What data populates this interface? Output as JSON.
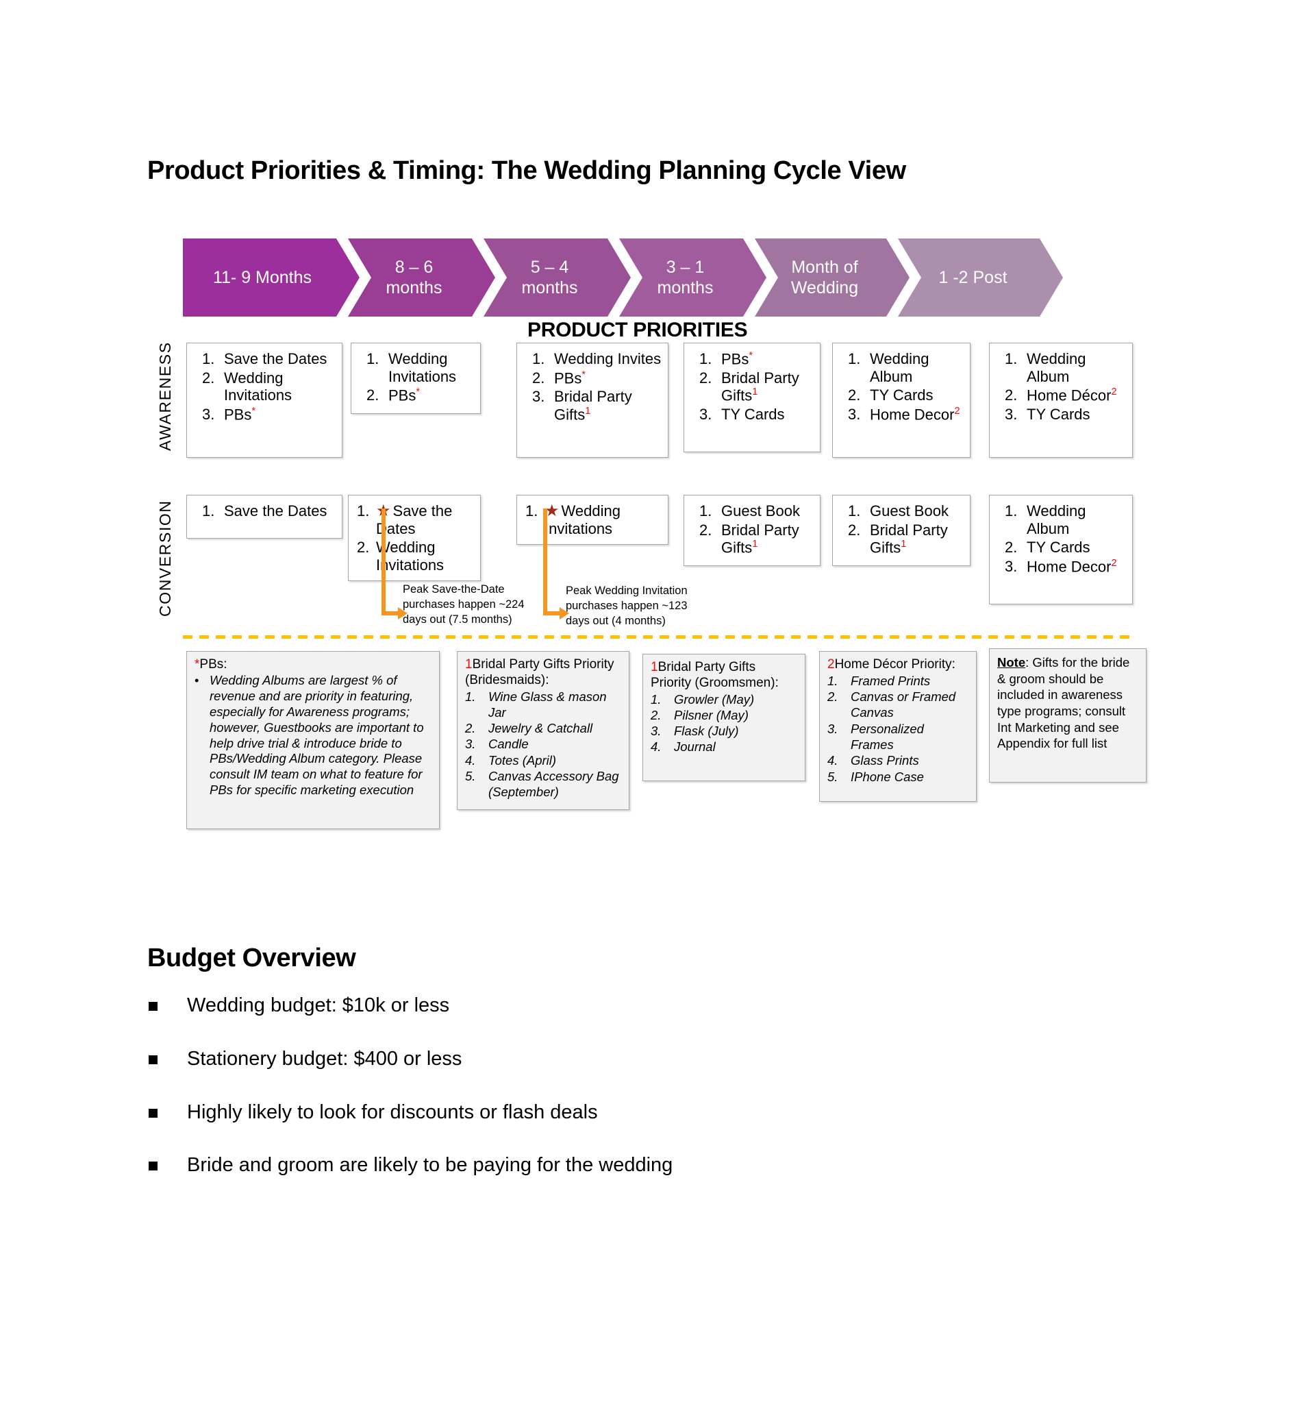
{
  "slide": {
    "title": "Product Priorities & Timing: The Wedding Planning Cycle View",
    "section_header": "PRODUCT PRIORITIES"
  },
  "timeline": {
    "phases": [
      {
        "label": "11- 9 Months",
        "color": "#9c2f9c"
      },
      {
        "label": "8 – 6\nmonths",
        "color": "#9a3d94"
      },
      {
        "label": "5 – 4\nmonths",
        "color": "#9a5196"
      },
      {
        "label": "3 – 1\nmonths",
        "color": "#a05c9c"
      },
      {
        "label": "Month of\nWedding",
        "color": "#a076a0"
      },
      {
        "label": "1 -2 Post",
        "color": "#ac8fac"
      }
    ]
  },
  "rows": [
    {
      "label": "AWARENESS",
      "columns": [
        {
          "items": [
            {
              "num": "1.",
              "text": "Save the Dates"
            },
            {
              "num": "2.",
              "text": "Wedding Invitations"
            },
            {
              "num": "3.",
              "text": "PBs",
              "sup": "*",
              "sup_is_asterisk": true
            }
          ]
        },
        {
          "items": [
            {
              "num": "1.",
              "text": "Wedding Invitations"
            },
            {
              "num": "2.",
              "text": "PBs",
              "sup": "*",
              "sup_is_asterisk": true
            }
          ]
        },
        {
          "items": [
            {
              "num": "1.",
              "text": "Wedding Invites"
            },
            {
              "num": "2.",
              "text": "PBs",
              "sup": "*",
              "sup_is_asterisk": true
            },
            {
              "num": "3.",
              "text": "Bridal Party Gifts",
              "sup": "1"
            }
          ]
        },
        {
          "items": [
            {
              "num": "1.",
              "text": "PBs",
              "sup": "*",
              "sup_is_asterisk": true
            },
            {
              "num": "2.",
              "text": "Bridal Party Gifts",
              "sup": "1"
            },
            {
              "num": "3.",
              "text": "TY Cards"
            }
          ]
        },
        {
          "items": [
            {
              "num": "1.",
              "text": "Wedding Album"
            },
            {
              "num": "2.",
              "text": "TY Cards"
            },
            {
              "num": "3.",
              "text": "Home Decor",
              "sup": "2"
            }
          ]
        },
        {
          "items": [
            {
              "num": "1.",
              "text": "Wedding Album"
            },
            {
              "num": "2.",
              "text": "Home Décor",
              "sup": "2"
            },
            {
              "num": "3.",
              "text": "TY Cards"
            }
          ]
        }
      ]
    },
    {
      "label": "CONVERSION",
      "columns": [
        {
          "items": [
            {
              "num": "1.",
              "text": "Save the Dates"
            }
          ]
        },
        {
          "starred": true,
          "items": [
            {
              "num": "1.",
              "text": "Save the Dates",
              "star": true
            },
            {
              "num": "2.",
              "text": "Wedding Invitations"
            }
          ]
        },
        {
          "starred": true,
          "items": [
            {
              "num": "1.",
              "text": "Wedding Invitations",
              "star": true
            }
          ]
        },
        {
          "items": [
            {
              "num": "1.",
              "text": "Guest Book"
            },
            {
              "num": "2.",
              "text": "Bridal Party Gifts",
              "sup": "1"
            }
          ]
        },
        {
          "items": [
            {
              "num": "1.",
              "text": "Guest Book"
            },
            {
              "num": "2.",
              "text": "Bridal Party Gifts",
              "sup": "1"
            }
          ]
        },
        {
          "items": [
            {
              "num": "1.",
              "text": "Wedding Album"
            },
            {
              "num": "2.",
              "text": "TY Cards"
            },
            {
              "num": "3.",
              "text": "Home Decor",
              "sup": "2"
            }
          ]
        }
      ]
    }
  ],
  "callouts": [
    {
      "text": "Peak Save-the-Date purchases happen ~224 days out (7.5 months)",
      "color": "#f79521"
    },
    {
      "text": "Peak Wedding Invitation purchases happen ~123 days out (4 months)",
      "color": "#f79521"
    }
  ],
  "footnotes": [
    {
      "marker": "*",
      "marker_red": true,
      "heading": "PBs:",
      "bullets": [
        "Wedding Albums are largest % of revenue and are priority in featuring, especially for Awareness programs; however, Guestbooks are important to help drive trial & introduce bride to PBs/Wedding Album category. Please consult IM team on what to feature for PBs for specific marketing execution"
      ]
    },
    {
      "marker": "1",
      "marker_red": true,
      "heading": "Bridal Party Gifts Priority (Bridesmaids):",
      "list": [
        {
          "num": "1.",
          "text": "Wine Glass & mason Jar"
        },
        {
          "num": "2.",
          "text": "Jewelry & Catchall"
        },
        {
          "num": "3.",
          "text": "Candle"
        },
        {
          "num": "4.",
          "text": "Totes (April)"
        },
        {
          "num": "5.",
          "text": "Canvas Accessory Bag (September)"
        }
      ]
    },
    {
      "marker": "1",
      "marker_red": true,
      "heading": "Bridal Party Gifts Priority (Groomsmen):",
      "list": [
        {
          "num": "1.",
          "text": "Growler (May)"
        },
        {
          "num": "2.",
          "text": "Pilsner (May)"
        },
        {
          "num": "3.",
          "text": "Flask (July)"
        },
        {
          "num": "4.",
          "text": "Journal"
        }
      ]
    },
    {
      "marker": "2",
      "marker_red": true,
      "heading": "Home Décor Priority:",
      "list": [
        {
          "num": "1.",
          "text": "Framed Prints"
        },
        {
          "num": "2.",
          "text": "Canvas or Framed Canvas"
        },
        {
          "num": "3.",
          "text": "Personalized Frames"
        },
        {
          "num": "4.",
          "text": "Glass Prints"
        },
        {
          "num": "5.",
          "text": "IPhone Case"
        }
      ]
    },
    {
      "note_label": "Note",
      "note_text": ": Gifts for the bride & groom should be included in awareness type programs; consult Int Marketing and see Appendix for full list"
    }
  ],
  "budget": {
    "title": "Budget Overview",
    "bullets": [
      "Wedding budget: $10k or less",
      "Stationery budget: $400 or less",
      "Highly likely to look for discounts or flash deals",
      "Bride and groom are likely to be paying for the wedding"
    ]
  },
  "colors": {
    "accent_orange": "#f79521",
    "star_red": "#9e2a18",
    "footnote_red": "#e8100e",
    "divider_yellow": "#ffc000"
  }
}
